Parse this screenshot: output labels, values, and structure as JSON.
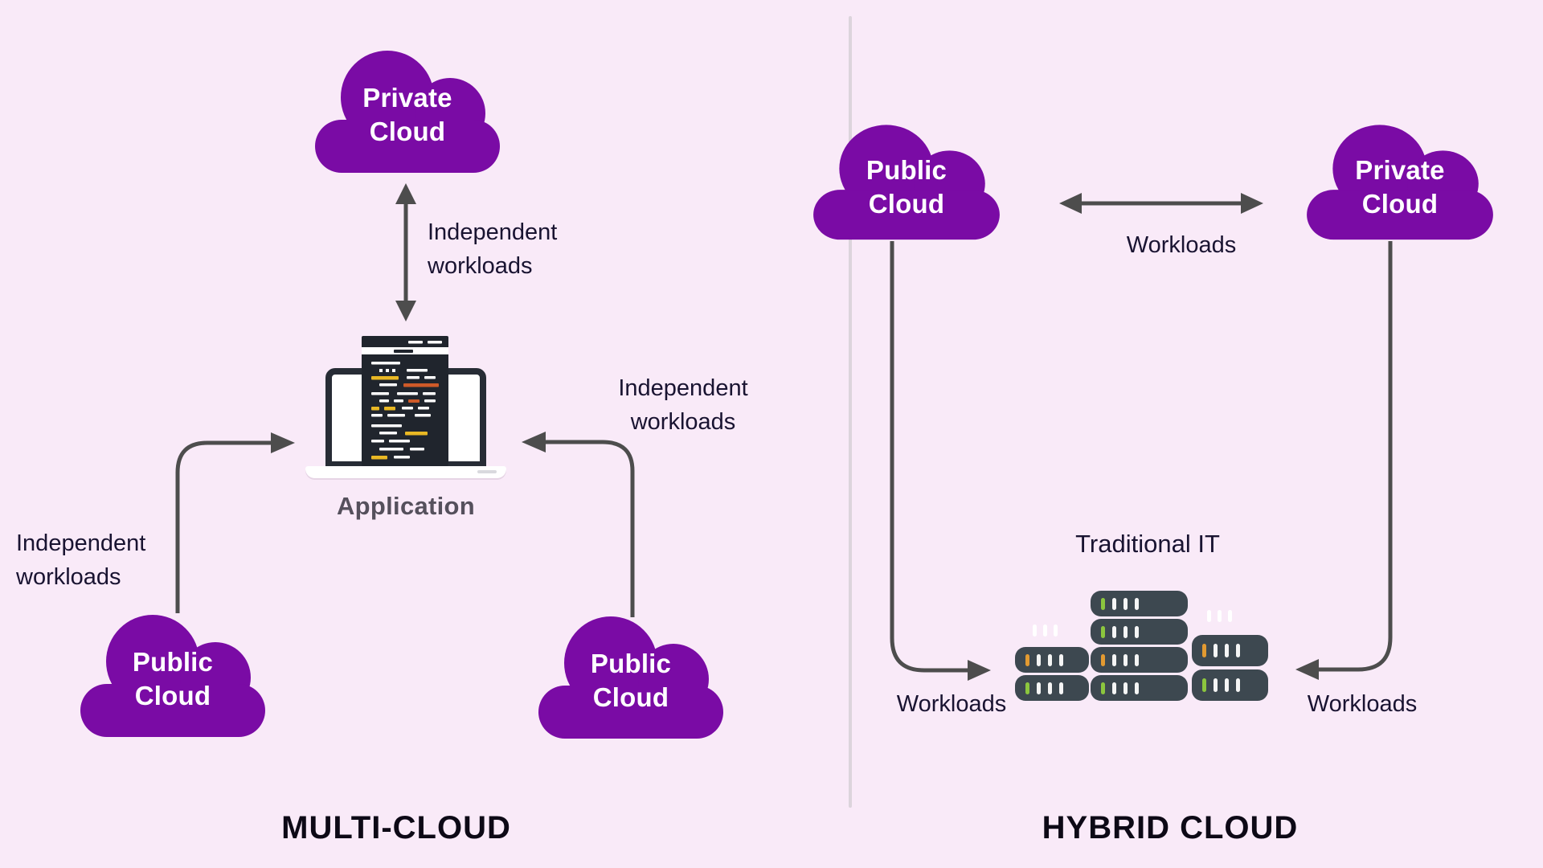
{
  "colors": {
    "background": "#F9EAF8",
    "cloud": "#7A0BA5",
    "arrow": "#4D4D4D",
    "divider": "#DCD4DC",
    "text": "#191331",
    "title": "#0D0916",
    "app_label": "#55505C",
    "server": "#3D4850",
    "led_green": "#8CC63E",
    "led_amber": "#E39A31"
  },
  "multi_cloud": {
    "title": "MULTI-CLOUD",
    "clouds": {
      "private": {
        "line1": "Private",
        "line2": "Cloud"
      },
      "public_left": {
        "line1": "Public",
        "line2": "Cloud"
      },
      "public_right": {
        "line1": "Public",
        "line2": "Cloud"
      }
    },
    "application_label": "Application",
    "labels": {
      "top": {
        "line1": "Independent",
        "line2": "workloads"
      },
      "left": {
        "line1": "Independent",
        "line2": "workloads"
      },
      "right": {
        "line1": "Independent",
        "line2": "workloads"
      }
    }
  },
  "hybrid_cloud": {
    "title": "HYBRID CLOUD",
    "clouds": {
      "public": {
        "line1": "Public",
        "line2": "Cloud"
      },
      "private": {
        "line1": "Private",
        "line2": "Cloud"
      }
    },
    "traditional_it_label": "Traditional IT",
    "labels": {
      "between": "Workloads",
      "left": "Workloads",
      "right": "Workloads"
    }
  }
}
